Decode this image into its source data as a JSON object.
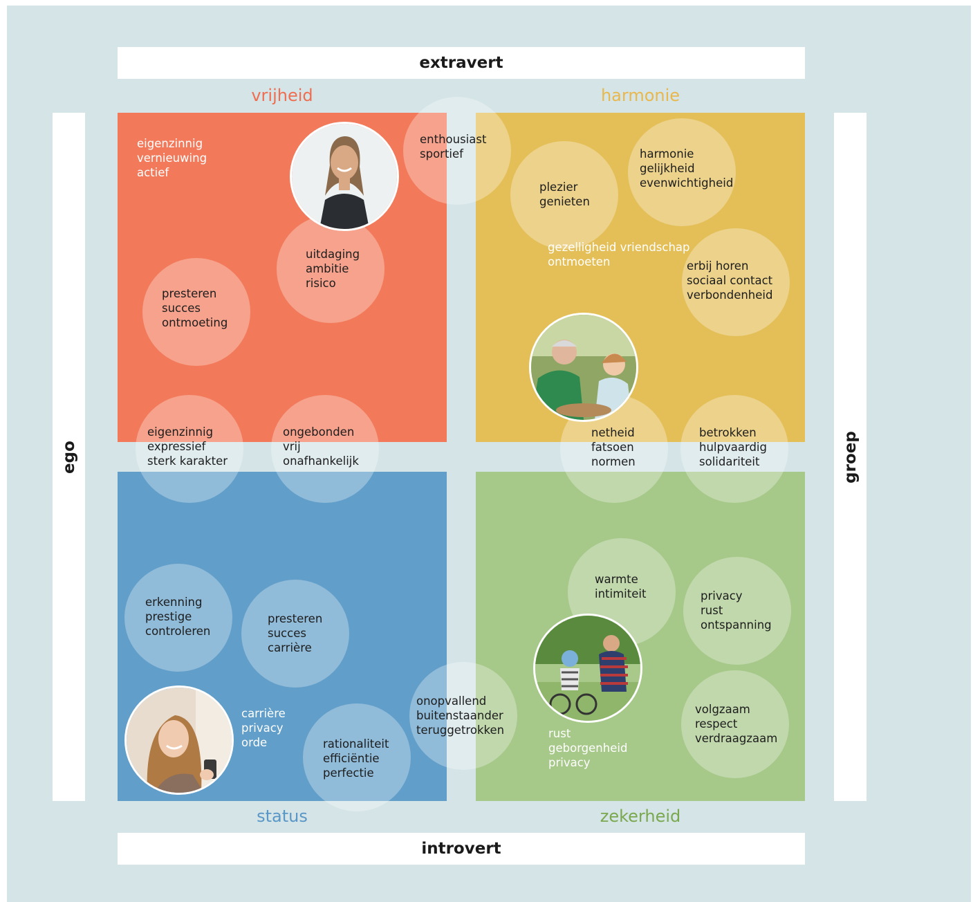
{
  "axes": {
    "top": "extravert",
    "bottom": "introvert",
    "left": "ego",
    "right": "groep"
  },
  "quadrants": {
    "vrijheid": {
      "title": "vrijheid",
      "color": "#f27a5b",
      "title_color": "#ef6e51"
    },
    "harmonie": {
      "title": "harmonie",
      "color": "#e4bf58",
      "title_color": "#e8b84e"
    },
    "status": {
      "title": "status",
      "color": "#619ec9",
      "title_color": "#5a97c6"
    },
    "zekerheid": {
      "title": "zekerheid",
      "color": "#a6c889",
      "title_color": "#7aa84e"
    }
  },
  "labels": {
    "vrijheid_free": "eigenzinnig\nvernieuwing\nactief",
    "harmonie_free": "gezelligheid vriendschap\nontmoeten",
    "status_free": "carrière\nprivacy\norde",
    "zekerheid_free": "rust\ngeborgenheid\nprivacy"
  },
  "circles": {
    "enthousiast": "enthousiast\nsportief",
    "uitdaging": "uitdaging\nambitie\nrisico",
    "presteren_succes_ontmoeting": "presteren\nsucces\nontmoeting",
    "eigenzinnig": "eigenzinnig\nexpressief\nsterk karakter",
    "ongebonden": "ongebonden\nvrij\nonafhankelijk",
    "plezier": "plezier\ngenieten",
    "harmonie": "harmonie\ngelijkheid\nevenwichtigheid",
    "erbij": "erbij horen\nsociaal contact\nverbondenheid",
    "netheid": "netheid\nfatsoen\nnormen",
    "betrokken": "betrokken\nhulpvaardig\nsolidariteit",
    "erkenning": "erkenning\nprestige\ncontroleren",
    "presteren_succes_carriere": "presteren\nsucces\ncarrière",
    "rationaliteit": "rationaliteit\nefficiëntie\nperfectie",
    "onopvallend": "onopvallend\nbuitenstaander\nteruggetrokken",
    "warmte": "warmte\nintimiteit",
    "privacy_rust": "privacy\nrust\nontspanning",
    "volgzaam": "volgzaam\nrespect\nverdraagzaam"
  }
}
